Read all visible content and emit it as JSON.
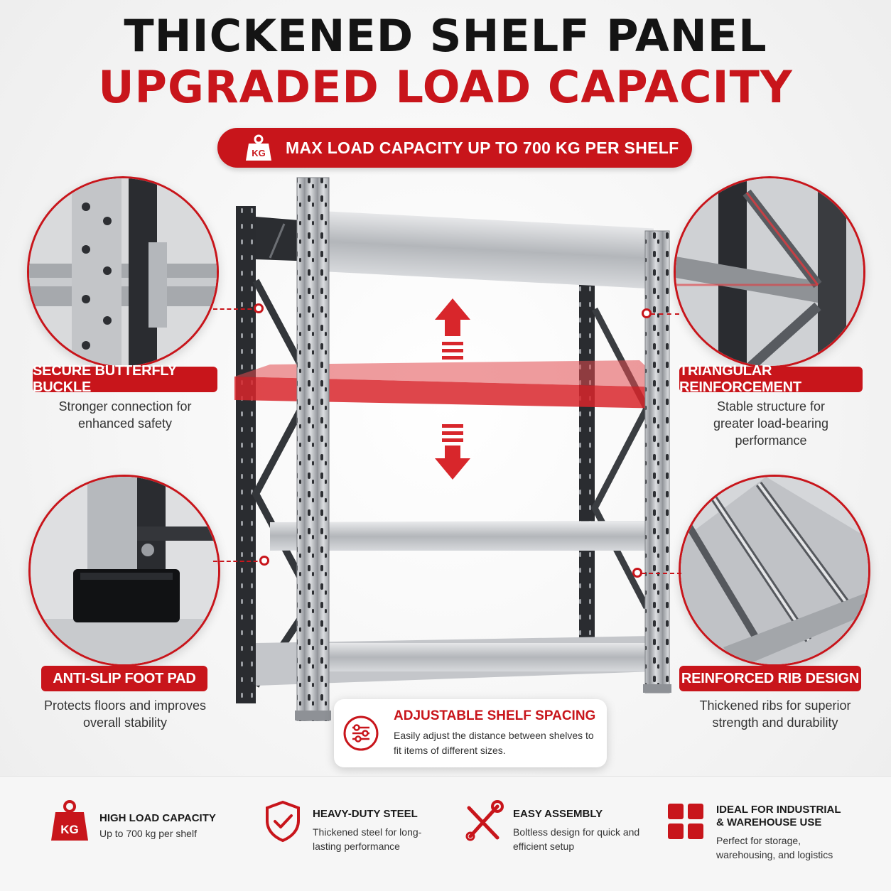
{
  "title_line1": "THICKENED SHELF PANEL",
  "title_line2": "UPGRADED LOAD CAPACITY",
  "banner": {
    "icon_text": "KG",
    "text": "MAX LOAD CAPACITY UP TO 700 KG PER SHELF"
  },
  "features": {
    "butterfly": {
      "label": "SECURE BUTTERFLY BUCKLE",
      "desc": "Stronger connection for enhanced safety"
    },
    "triangle": {
      "label": "TRIANGULAR REINFORCEMENT",
      "desc": "Stable structure for greater load-bearing performance"
    },
    "footpad": {
      "label": "ANTI-SLIP FOOT PAD",
      "desc": "Protects floors and improves overall stability"
    },
    "rib": {
      "label": "REINFORCED RIB DESIGN",
      "desc": "Thickened ribs for superior strength and durability"
    }
  },
  "adjustable": {
    "title": "ADJUSTABLE SHELF SPACING",
    "desc": "Easily adjust the distance between shelves to fit items of different sizes."
  },
  "bottom_features": [
    {
      "icon": "kg-weight-icon",
      "icon_text": "KG",
      "title": "HIGH LOAD CAPACITY",
      "desc": "Up to 700 kg per shelf"
    },
    {
      "icon": "shield-check-icon",
      "title": "HEAVY-DUTY STEEL",
      "desc": "Thickened steel for long-lasting performance"
    },
    {
      "icon": "tools-icon",
      "title": "EASY ASSEMBLY",
      "desc": "Boltless design for quick and efficient setup"
    },
    {
      "icon": "grid-icon",
      "title": "IDEAL FOR INDUSTRIAL & WAREHOUSE USE",
      "desc": "Perfect for storage, warehousing, and logistics"
    }
  ],
  "colors": {
    "accent": "#c8151b",
    "dark": "#141414",
    "steel": "#b9bcc0"
  }
}
